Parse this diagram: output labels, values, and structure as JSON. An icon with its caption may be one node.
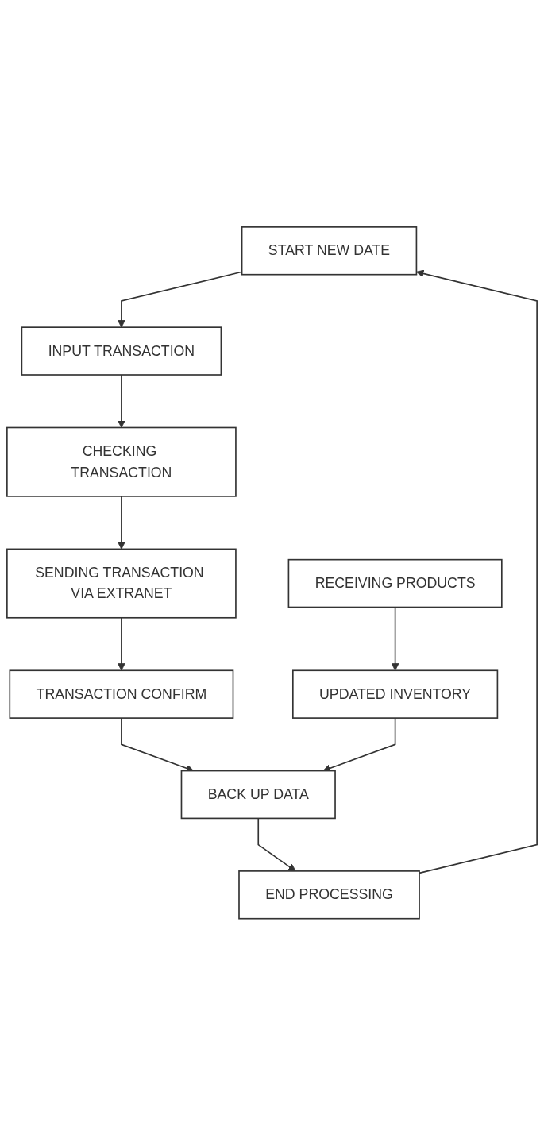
{
  "diagram": {
    "nodes": [
      {
        "text": [
          "START NEW DATE"
        ]
      },
      {
        "text": [
          "INPUT TRANSACTION"
        ]
      },
      {
        "text": [
          "CHECKING TRANSACTION"
        ]
      },
      {
        "text": [
          "SENDING TRANSACTION VIA EXTRANET"
        ]
      },
      {
        "text": [
          "TRANSACTION CONFIRM"
        ]
      },
      {
        "text": [
          "RECEIVING PRODUCTS"
        ]
      },
      {
        "text": [
          "UPDATED INVENTORY"
        ]
      },
      {
        "text": [
          "BACK UP DATA"
        ]
      },
      {
        "text": [
          "END PROCESSING"
        ]
      }
    ],
    "edges": [
      {
        "from": 0,
        "to": 1,
        "arrow": "to"
      },
      {
        "from": 1,
        "to": 2,
        "arrow": "to"
      },
      {
        "from": 2,
        "to": 3,
        "arrow": "to"
      },
      {
        "from": 3,
        "to": 4,
        "arrow": "to"
      },
      {
        "from": 4,
        "to": 7,
        "arrow": "to"
      },
      {
        "from": 5,
        "to": 6,
        "arrow": "to"
      },
      {
        "from": 6,
        "to": 7,
        "arrow": "to"
      },
      {
        "from": 7,
        "to": 8,
        "arrow": "to"
      },
      {
        "from": 8,
        "to": 0,
        "arrow": "to"
      }
    ]
  }
}
